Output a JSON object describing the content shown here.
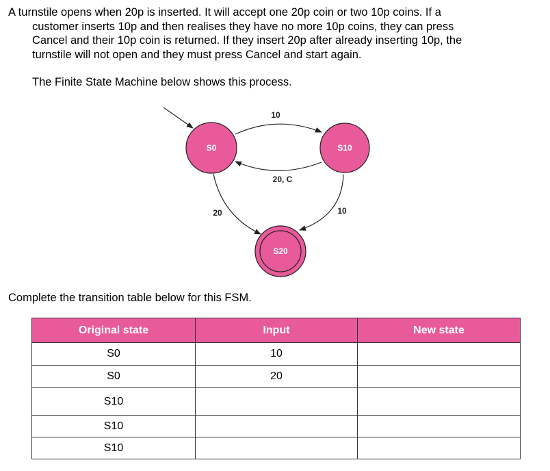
{
  "question": {
    "paragraph_lines": [
      "A turnstile opens when 20p is inserted. It will accept one 20p coin or two 10p coins. If a",
      "customer inserts 10p and then realises they have no more 10p coins, they can press",
      "Cancel and their 10p coin is returned. If they insert 20p after already inserting 10p, the",
      "turnstile will not open and they must press Cancel and start again."
    ],
    "intro": "The Finite State Machine below shows this process.",
    "prompt": "Complete the transition table below for this FSM."
  },
  "fsm": {
    "node_color": "#e85a9a",
    "states": {
      "s0": "S0",
      "s10": "S10",
      "s20": "S20"
    },
    "transitions": {
      "s0_to_s10": "10",
      "s10_to_s0": "20, C",
      "s0_to_s20": "20",
      "s10_to_s20": "10"
    }
  },
  "table": {
    "header_color": "#e85a9a",
    "headers": [
      "Original state",
      "Input",
      "New state"
    ],
    "rows": [
      [
        "S0",
        "10",
        ""
      ],
      [
        "S0",
        "20",
        ""
      ],
      [
        "S10",
        "",
        ""
      ],
      [
        "S10",
        "",
        ""
      ],
      [
        "S10",
        "",
        ""
      ]
    ]
  }
}
